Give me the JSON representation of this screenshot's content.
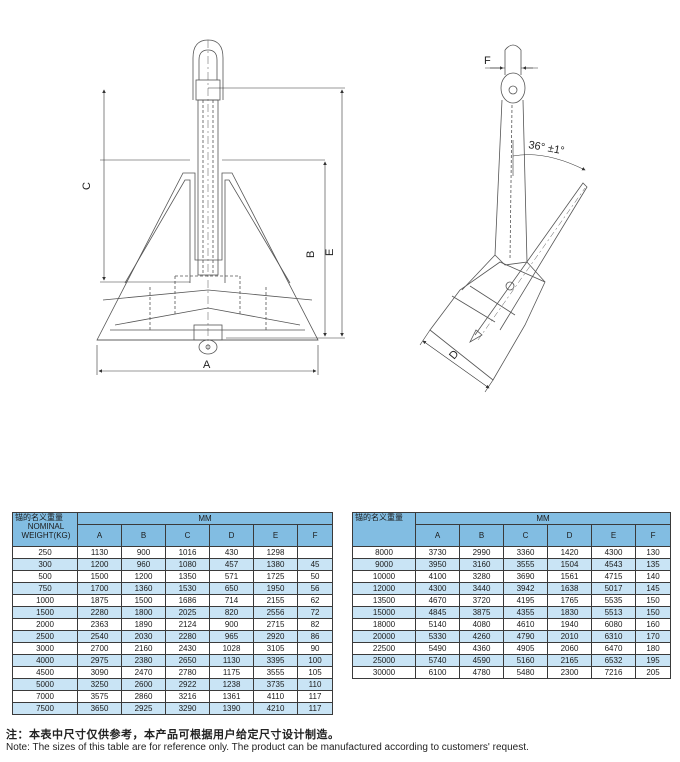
{
  "drawing": {
    "front_labels": {
      "A": "A",
      "B": "B",
      "C": "C",
      "E": "E"
    },
    "side_labels": {
      "F": "F",
      "D": "D",
      "angle": "36° ±1°"
    }
  },
  "table_header": {
    "cn_label": "锚的名义重量",
    "en_label_1": "NOMINAL",
    "en_label_2": "WEIGHT(KG)",
    "unit": "MM",
    "cols": [
      "A",
      "B",
      "C",
      "D",
      "E",
      "F"
    ]
  },
  "table_left": {
    "rows": [
      [
        "250",
        "1130",
        "900",
        "1016",
        "430",
        "1298",
        ""
      ],
      [
        "300",
        "1200",
        "960",
        "1080",
        "457",
        "1380",
        "45"
      ],
      [
        "500",
        "1500",
        "1200",
        "1350",
        "571",
        "1725",
        "50"
      ],
      [
        "750",
        "1700",
        "1360",
        "1530",
        "650",
        "1950",
        "56"
      ],
      [
        "1000",
        "1875",
        "1500",
        "1686",
        "714",
        "2155",
        "62"
      ],
      [
        "1500",
        "2280",
        "1800",
        "2025",
        "820",
        "2556",
        "72"
      ],
      [
        "2000",
        "2363",
        "1890",
        "2124",
        "900",
        "2715",
        "82"
      ],
      [
        "2500",
        "2540",
        "2030",
        "2280",
        "965",
        "2920",
        "86"
      ],
      [
        "3000",
        "2700",
        "2160",
        "2430",
        "1028",
        "3105",
        "90"
      ],
      [
        "4000",
        "2975",
        "2380",
        "2650",
        "1130",
        "3395",
        "100"
      ],
      [
        "4500",
        "3090",
        "2470",
        "2780",
        "1175",
        "3555",
        "105"
      ],
      [
        "5000",
        "3250",
        "2600",
        "2922",
        "1238",
        "3735",
        "110"
      ],
      [
        "7000",
        "3575",
        "2860",
        "3216",
        "1361",
        "4110",
        "117"
      ],
      [
        "7500",
        "3650",
        "2925",
        "3290",
        "1390",
        "4210",
        "117"
      ]
    ]
  },
  "table_right": {
    "rows": [
      [
        "8000",
        "3730",
        "2990",
        "3360",
        "1420",
        "4300",
        "130"
      ],
      [
        "9000",
        "3950",
        "3160",
        "3555",
        "1504",
        "4543",
        "135"
      ],
      [
        "10000",
        "4100",
        "3280",
        "3690",
        "1561",
        "4715",
        "140"
      ],
      [
        "12000",
        "4300",
        "3440",
        "3942",
        "1638",
        "5017",
        "145"
      ],
      [
        "13500",
        "4670",
        "3720",
        "4195",
        "1765",
        "5535",
        "150"
      ],
      [
        "15000",
        "4845",
        "3875",
        "4355",
        "1830",
        "5513",
        "150"
      ],
      [
        "18000",
        "5140",
        "4080",
        "4610",
        "1940",
        "6080",
        "160"
      ],
      [
        "20000",
        "5330",
        "4260",
        "4790",
        "2010",
        "6310",
        "170"
      ],
      [
        "22500",
        "5490",
        "4360",
        "4905",
        "2060",
        "6470",
        "180"
      ],
      [
        "25000",
        "5740",
        "4590",
        "5160",
        "2165",
        "6532",
        "195"
      ],
      [
        "30000",
        "6100",
        "4780",
        "5480",
        "2300",
        "7216",
        "205"
      ]
    ]
  },
  "notes": {
    "cn": "注：本表中尺寸仅供参考，本产品可根据用户给定尺寸设计制造。",
    "en": "Note: The sizes of this table are for reference only. The product can be manufactured according to customers' request."
  },
  "colors": {
    "header_blue": "#82bde2",
    "stripe_blue": "#c9e4f5",
    "line": "#555555"
  }
}
